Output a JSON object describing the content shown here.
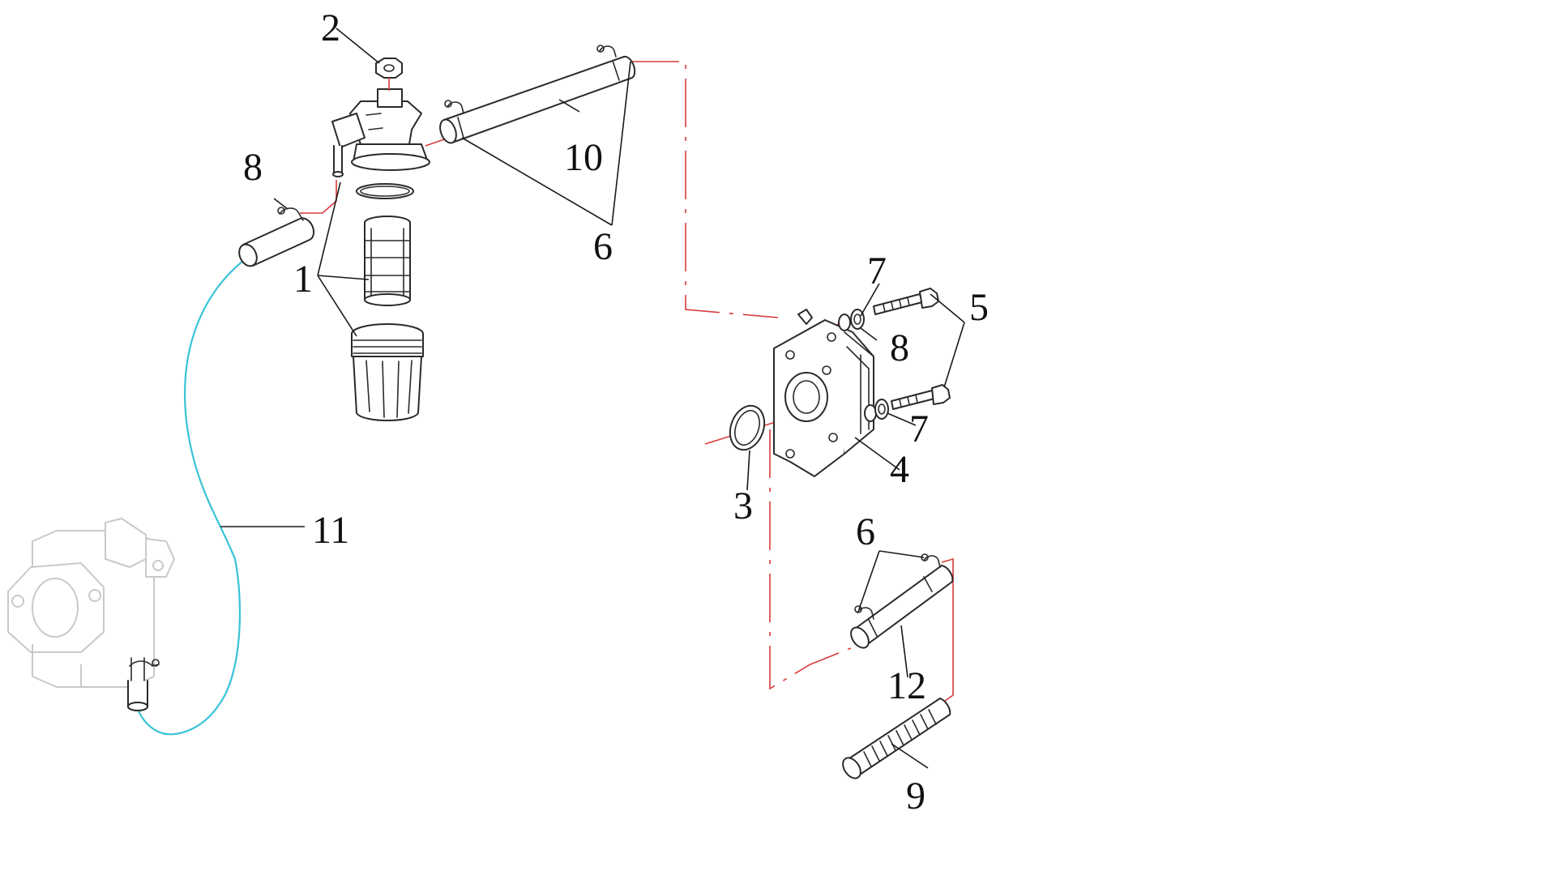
{
  "diagram": {
    "type": "exploded-parts-diagram",
    "callouts": [
      {
        "id": "c1",
        "label": "1"
      },
      {
        "id": "c2",
        "label": "2"
      },
      {
        "id": "c3",
        "label": "3"
      },
      {
        "id": "c4",
        "label": "4"
      },
      {
        "id": "c5",
        "label": "5"
      },
      {
        "id": "c6a",
        "label": "6"
      },
      {
        "id": "c6b",
        "label": "6"
      },
      {
        "id": "c7a",
        "label": "7"
      },
      {
        "id": "c7b",
        "label": "7"
      },
      {
        "id": "c8a",
        "label": "8"
      },
      {
        "id": "c8b",
        "label": "8"
      },
      {
        "id": "c9",
        "label": "9"
      },
      {
        "id": "c10",
        "label": "10"
      },
      {
        "id": "c11",
        "label": "11"
      },
      {
        "id": "c12",
        "label": "12"
      }
    ],
    "colors": {
      "part_line": "#2a2a2a",
      "ghost_part_line": "#c9c9c9",
      "assembly_line": "#d93a3a",
      "fuel_line": "#39c3d6"
    }
  }
}
